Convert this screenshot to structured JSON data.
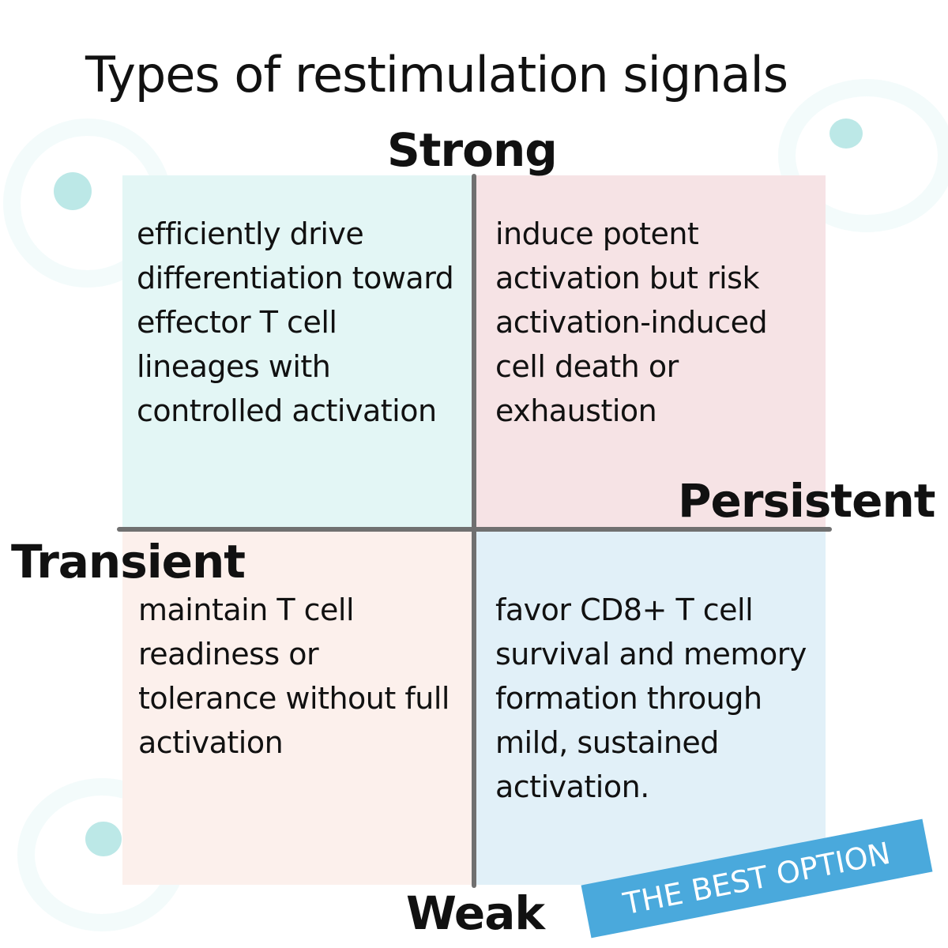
{
  "title": "Types of restimulation signals",
  "axes": {
    "top": "Strong",
    "bottom": "Weak",
    "left": "Transient",
    "right": "Persistent"
  },
  "quadrants": {
    "strong_transient": {
      "text": "efficiently drive differentiation toward effector T cell lineages with controlled activation",
      "color": "#e3f6f5"
    },
    "strong_persistent": {
      "text": "induce potent activation but risk activation-induced cell death or exhaustion",
      "color": "#f6e3e5"
    },
    "weak_transient": {
      "text": "maintain T cell readiness or tolerance without full activation",
      "color": "#fcf0ec"
    },
    "weak_persistent": {
      "text": "favor CD8+ T cell survival and memory formation through mild, sustained activation.",
      "color": "#e1f0f8"
    }
  },
  "badge": {
    "text": "THE BEST OPTION",
    "color": "#4aa9dc"
  },
  "axis_line_color": "#707070"
}
